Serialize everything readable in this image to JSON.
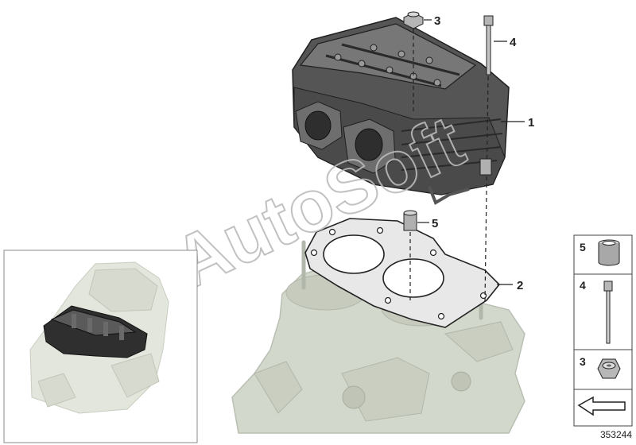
{
  "watermark": "AutoSoft",
  "callouts": {
    "head": "1",
    "gasket": "2",
    "nut": "3",
    "bolt": "4",
    "sleeve": "5"
  },
  "legend": {
    "items": [
      {
        "number": "5",
        "part": "sleeve"
      },
      {
        "number": "4",
        "part": "bolt"
      },
      {
        "number": "3",
        "part": "nut"
      }
    ]
  },
  "reference_number": "353244",
  "colors": {
    "head_dark": "#4a4a4a",
    "head_mid": "#7a7a7a",
    "ghost": "#d3d8cc",
    "ghost_line": "#b9bfb2",
    "line": "#222222"
  }
}
